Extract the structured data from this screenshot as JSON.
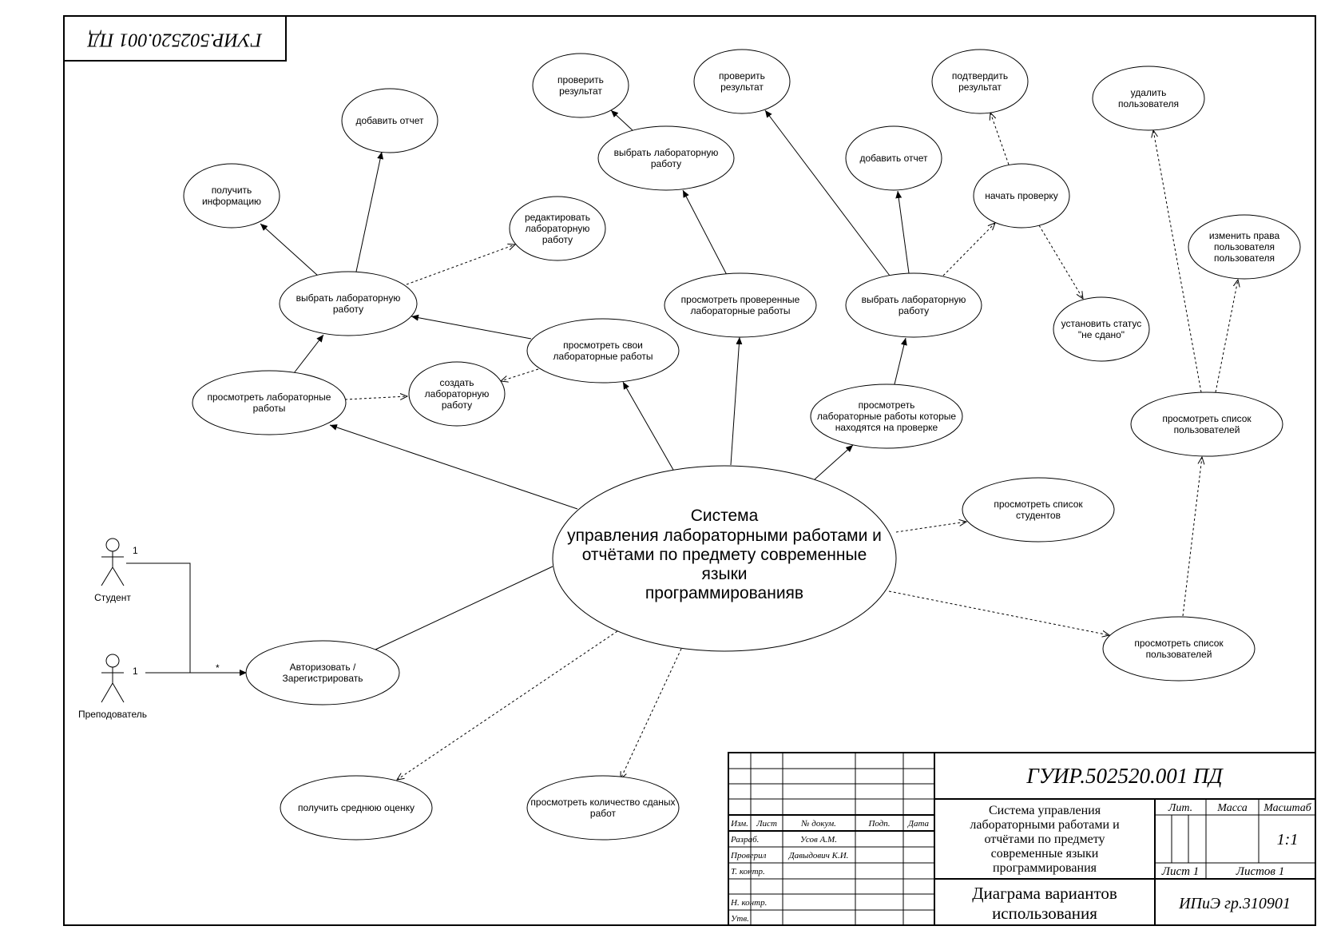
{
  "doc_code": "ГУИР.502520.001 ПД",
  "center": {
    "lines": [
      "Система",
      "управления лабораторными работами и",
      "отчётами по предмету современные",
      "языки",
      "программированияв"
    ]
  },
  "actors": {
    "student": {
      "label": "Студент",
      "multiplicity": "1"
    },
    "teacher": {
      "label": "Преподователь",
      "multiplicity": "1"
    },
    "star": "*"
  },
  "usecases": {
    "auth": [
      "Авторизовать /",
      "Зарегистрировать"
    ],
    "view_labs": [
      "просмотреть лабораторные",
      "работы"
    ],
    "select_lab_left": [
      "выбрать лабораторную",
      "работу"
    ],
    "get_info": [
      "получить",
      "информацию"
    ],
    "add_report_left": [
      "добавить отчет"
    ],
    "edit_lab": [
      "редактировать",
      "лабораторную",
      "работу"
    ],
    "create_lab": [
      "создать",
      "лабораторную",
      "работу"
    ],
    "view_own_labs": [
      "просмотреть свои",
      "лабораторные работы"
    ],
    "check_result_1": [
      "проверить",
      "результат"
    ],
    "select_lab_mid": [
      "выбрать лабораторную",
      "работу"
    ],
    "check_result_2": [
      "проверить",
      "результат"
    ],
    "view_checked": [
      "просмотреть проверенные",
      "лабораторные работы"
    ],
    "add_report_right": [
      "добавить отчет"
    ],
    "confirm_result": [
      "подтвердить",
      "результат"
    ],
    "start_check": [
      "начать проверку"
    ],
    "select_lab_right": [
      "выбрать лабораторную",
      "работу"
    ],
    "set_status": [
      "установить статус",
      "\"не сдано\""
    ],
    "view_on_check": [
      "просмотреть",
      "лабораторные работы которые",
      "находятся на проверке"
    ],
    "delete_user": [
      "удалить",
      "пользователя"
    ],
    "change_rights": [
      "изменить права",
      "пользователя",
      "пользователя"
    ],
    "view_users_upper": [
      "просмотреть список",
      "пользователей"
    ],
    "view_students": [
      "просмотреть список",
      "студентов"
    ],
    "view_users_lower": [
      "просмотреть список",
      "пользователей"
    ],
    "avg_grade": [
      "получить среднюю оценку"
    ],
    "submitted_count": [
      "просмотреть количество сданых",
      "работ"
    ]
  },
  "title_block": {
    "code": "ГУИР.502520.001 ПД",
    "col_headers": [
      "Изм.",
      "Лист",
      "№ докум.",
      "Подп.",
      "Дата"
    ],
    "row_developed": "Разраб.",
    "developer": "Усов А.М.",
    "row_checked": "Проверил",
    "checker": "Давыдович К.И.",
    "row_tcontrol": "Т. контр.",
    "row_ncontrol": "Н. контр.",
    "row_approved": "Утв.",
    "doc_name": [
      "Система управления",
      "лабораторными работами и",
      "отчётами по предмету",
      "современные языки",
      "программирования"
    ],
    "lit": "Лит.",
    "mass": "Масса",
    "scale": "Масштаб",
    "scale_value": "1:1",
    "sheet": "Лист 1",
    "sheets": "Листов 1",
    "diagram_name": [
      "Диаграма вариантов",
      "использования"
    ],
    "group": "ИПиЭ гр.310901"
  }
}
